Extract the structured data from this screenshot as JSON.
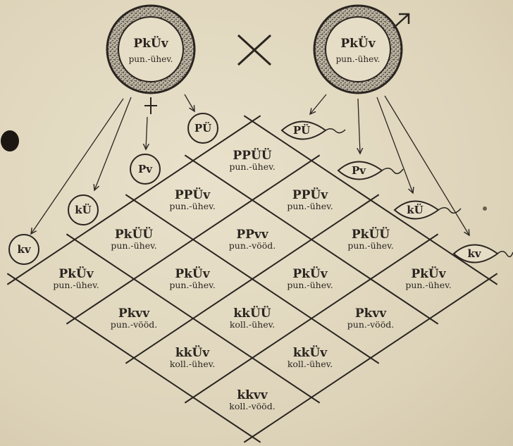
{
  "parents": {
    "female": {
      "genotype": "PkÜv",
      "phenotype": "pun.-ühev."
    },
    "male": {
      "genotype": "PkÜv",
      "phenotype": "pun.-ühev."
    }
  },
  "female_gametes": [
    "PÜ",
    "Pv",
    "kÜ",
    "kv"
  ],
  "male_gametes": [
    "PÜ",
    "Pv",
    "kÜ",
    "kv"
  ],
  "offspring": [
    {
      "genotype": "PPÜÜ",
      "phenotype": "pun.-ühev."
    },
    {
      "genotype": "PPÜv",
      "phenotype": "pun.-ühev."
    },
    {
      "genotype": "PPÜv",
      "phenotype": "pun.-ühev."
    },
    {
      "genotype": "PkÜÜ",
      "phenotype": "pun.-ühev."
    },
    {
      "genotype": "PPvv",
      "phenotype": "pun.-vööd."
    },
    {
      "genotype": "PkÜÜ",
      "phenotype": "pun.-ühev."
    },
    {
      "genotype": "PkÜv",
      "phenotype": "pun.-ühev."
    },
    {
      "genotype": "PkÜv",
      "phenotype": "pun.-ühev."
    },
    {
      "genotype": "PkÜv",
      "phenotype": "pun.-ühev."
    },
    {
      "genotype": "PkÜv",
      "phenotype": "pun.-ühev."
    },
    {
      "genotype": "Pkvv",
      "phenotype": "pun.-vööd."
    },
    {
      "genotype": "kkÜÜ",
      "phenotype": "koll.-ühev."
    },
    {
      "genotype": "Pkvv",
      "phenotype": "pun.-vööd."
    },
    {
      "genotype": "kkÜv",
      "phenotype": "koll.-ühev."
    },
    {
      "genotype": "kkÜv",
      "phenotype": "koll.-ühev."
    },
    {
      "genotype": "kkvv",
      "phenotype": "koll.-vööd."
    }
  ],
  "colors": {
    "ink": "#2a2520",
    "paper": "#e4dbc3"
  }
}
